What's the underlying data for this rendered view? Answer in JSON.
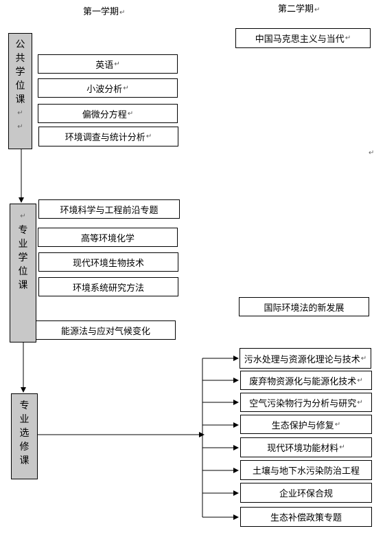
{
  "semesters": {
    "first": "第一学期",
    "second": "第二学期"
  },
  "categories": {
    "public": "公共学位课",
    "professional": "专业学位课",
    "elective": "专业选修课"
  },
  "public_courses": [
    "英语",
    "小波分析",
    "偏微分方程",
    "环境调查与统计分析"
  ],
  "professional_courses": [
    "环境科学与工程前沿专题",
    "高等环境化学",
    "现代环境生物技术",
    "环境系统研究方法",
    "能源法与应对气候变化"
  ],
  "second_semester_courses": [
    "中国马克思主义与当代",
    "国际环境法的新发展"
  ],
  "elective_courses": [
    "污水处理与资源化理论与技术",
    "废弃物资源化与能源化技术",
    "空气污染物行为分析与研究",
    "生态保护与修复",
    "现代环境功能材料",
    "土壤与地下水污染防治工程",
    "企业环保合规",
    "生态补偿政策专题"
  ],
  "return_mark": "↵"
}
